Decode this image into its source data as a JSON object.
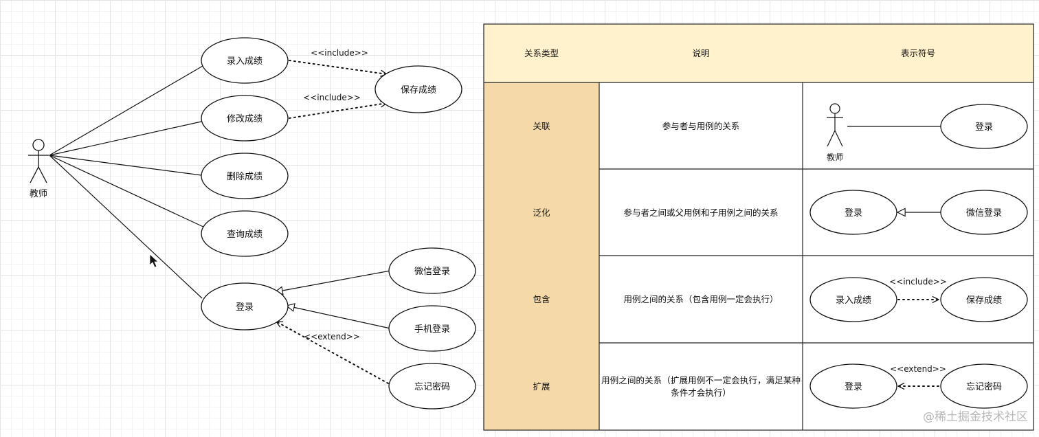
{
  "diagram": {
    "actor_teacher": "教师",
    "uc_enter": "录入成绩",
    "uc_modify": "修改成绩",
    "uc_delete": "删除成绩",
    "uc_query": "查询成绩",
    "uc_save": "保存成绩",
    "uc_login": "登录",
    "uc_wechat": "微信登录",
    "uc_phone": "手机登录",
    "uc_forgot": "忘记密码",
    "include_label": "<<include>>",
    "extend_label": "<<extend>>"
  },
  "table": {
    "headers": {
      "type": "关系类型",
      "desc": "说明",
      "symbol": "表示符号"
    },
    "rows": [
      {
        "type": "关联",
        "desc": "参与者与用例的关系"
      },
      {
        "type": "泛化",
        "desc": "参与者之间或父用例和子用例之间的关系"
      },
      {
        "type": "包含",
        "desc": "用例之间的关系（包含用例一定会执行）"
      },
      {
        "type": "扩展",
        "desc_line1": "用例之间的关系（扩展用例不一定会执行，满足某种",
        "desc_line2": "条件才会执行）"
      }
    ],
    "symbols": {
      "assoc_actor": "教师",
      "assoc_uc": "登录",
      "gen_parent": "登录",
      "gen_child": "微信登录",
      "inc_base": "录入成绩",
      "inc_target": "保存成绩",
      "inc_label": "<<include>>",
      "ext_base": "登录",
      "ext_source": "忘记密码",
      "ext_label": "<<extend>>"
    }
  },
  "watermark": "@稀土掘金技术社区",
  "colors": {
    "header_bg": "#fff2cc",
    "type_col_bg": "#f5d9a8",
    "border": "#222222"
  }
}
